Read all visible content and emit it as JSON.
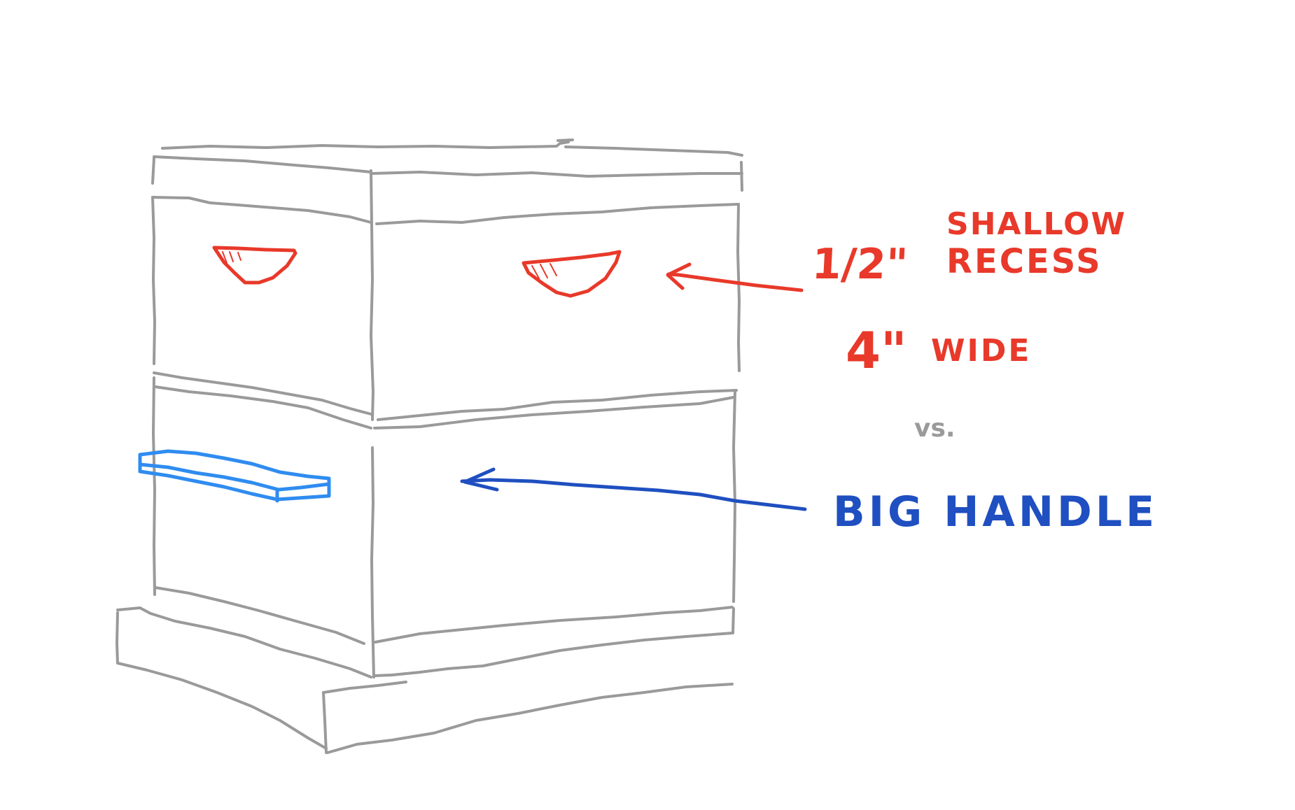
{
  "colors": {
    "hive_outline": "#9a9a9a",
    "recess": "#e8392a",
    "handle_drawing": "#2f8cf0",
    "handle_label": "#1f4fc0",
    "vs": "#9a9a9a",
    "background": "#ffffff"
  },
  "annotations": {
    "recess_label": {
      "fraction": "1/2\"",
      "line1": "SHALLOW",
      "line2": "RECESS",
      "width": "4\"",
      "width_word": "WIDE"
    },
    "vs": "vs.",
    "handle_label": "BIG HANDLE"
  }
}
